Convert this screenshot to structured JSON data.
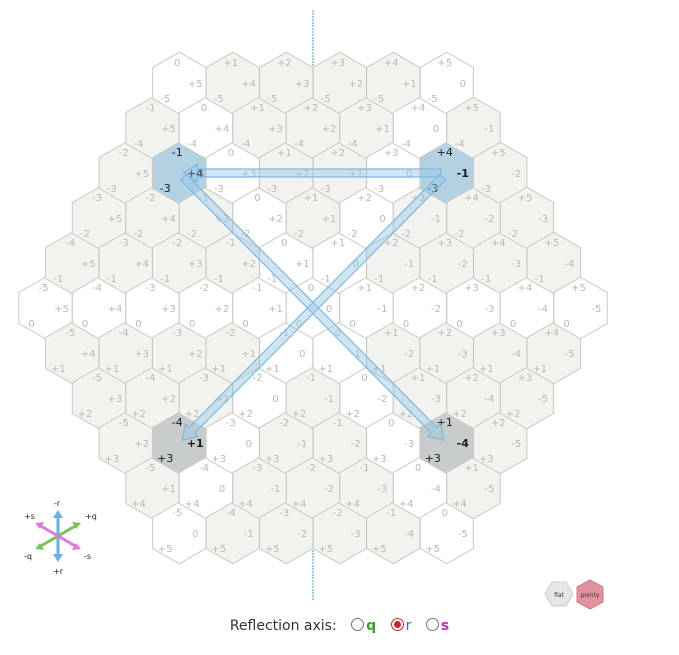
{
  "controls": {
    "label": "Reflection axis:",
    "options": [
      {
        "key": "q",
        "label": "q",
        "checked": false,
        "color": "#3aa02a"
      },
      {
        "key": "r",
        "label": "r",
        "checked": true,
        "color": "#2a6fc2"
      },
      {
        "key": "s",
        "label": "s",
        "checked": false,
        "color": "#c02ac0"
      }
    ]
  },
  "layout_buttons": {
    "flat": "flat",
    "pointy": "pointy",
    "flat_color": "#e6e6e2",
    "pointy_color": "#e0939c"
  },
  "legend": {
    "icon": "axes-legend-icon",
    "labels": {
      "r_neg": "-r",
      "r_pos": "+r",
      "q_pos": "+q",
      "q_neg": "-q",
      "s_pos": "+s",
      "s_neg": "-s"
    },
    "colors": {
      "q": "#7cc25a",
      "r": "#6ab0e0",
      "s": "#e07ad8"
    }
  },
  "grid": {
    "radius": 5,
    "highlighted": [
      {
        "q": -1,
        "r": -3,
        "s": 4,
        "style": "blue"
      },
      {
        "q": 4,
        "r": -3,
        "s": -1,
        "style": "blue"
      },
      {
        "q": -4,
        "r": 3,
        "s": 1,
        "style": "grey"
      },
      {
        "q": 1,
        "r": 3,
        "s": -4,
        "style": "grey"
      }
    ],
    "arrows": [
      {
        "from": [
          4,
          -3
        ],
        "to": [
          -1,
          -3
        ]
      },
      {
        "from": [
          4,
          -3
        ],
        "to": [
          -4,
          3
        ]
      },
      {
        "from": [
          -1,
          -3
        ],
        "to": [
          1,
          3
        ]
      }
    ]
  }
}
